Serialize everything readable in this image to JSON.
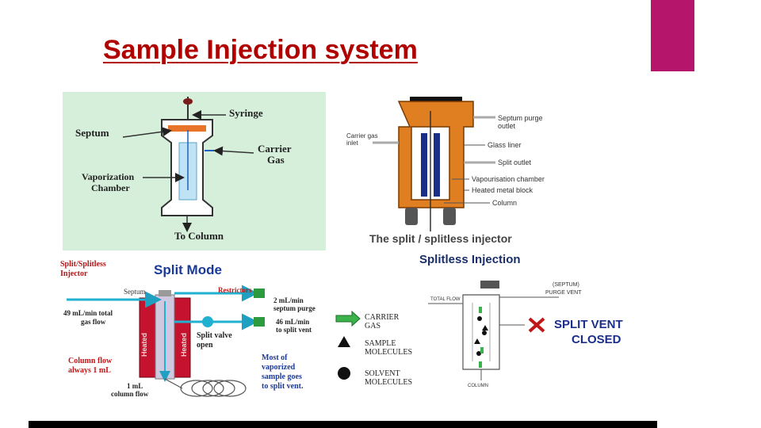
{
  "slide": {
    "title": "Sample Injection system",
    "accent_color": "#b5166c",
    "title_color": "#b00000"
  },
  "diagram1": {
    "syringe": "Syringe",
    "septum": "Septum",
    "carrier_1": "Carrier",
    "carrier_2": "Gas",
    "vap_1": "Vaporization",
    "vap_2": "Chamber",
    "to_column": "To Column"
  },
  "diagram2": {
    "septum_purge_1": "Septum purge",
    "septum_purge_2": "outlet",
    "carrier_inlet_1": "Carrier gas",
    "carrier_inlet_2": "inlet",
    "glass_liner": "Glass liner",
    "split_outlet": "Split outlet",
    "vap_chamber": "Vapourisation chamber",
    "heated_block": "Heated metal block",
    "column": "Column",
    "caption": "The split / splitless injector"
  },
  "diagram3": {
    "injector_1": "Split/Splitless",
    "injector_2": "Injector",
    "heading": "Split Mode",
    "septum": "Septum",
    "restrictors": "Restrictors",
    "total_1": "49 mL/min total",
    "total_2": "gas flow",
    "purge_1": "2 mL/min",
    "purge_2": "septum purge",
    "vent_1": "46 mL/min",
    "vent_2": "to split vent",
    "valve_1": "Split valve",
    "valve_2": "open",
    "heated": "Heated",
    "colflow_1": "Column flow",
    "colflow_2": "always 1 mL",
    "most_1": "Most of",
    "most_2": "vaporized",
    "most_3": "sample goes",
    "most_4": "to split vent.",
    "oneml_1": "1 mL",
    "oneml_2": "column flow"
  },
  "legend": {
    "carrier_1": "CARRIER",
    "carrier_2": "GAS",
    "sample_1": "SAMPLE",
    "sample_2": "MOLECULES",
    "solvent_1": "SOLVENT",
    "solvent_2": "MOLECULES"
  },
  "diagram4": {
    "heading": "Splitless Injection",
    "septum_tag": "(SEPTUM)",
    "purge_vent": "PURGE VENT",
    "total_flow": "TOTAL FLOW",
    "column": "COLUMN",
    "split_vent": "SPLIT VENT",
    "closed": "CLOSED"
  }
}
